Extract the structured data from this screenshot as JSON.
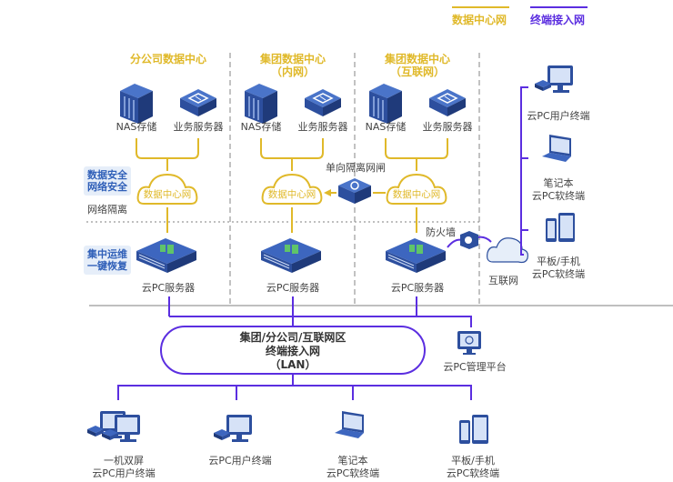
{
  "legend": [
    {
      "label": "数据中心网",
      "color": "#e0b92a"
    },
    {
      "label": "终端接入网",
      "color": "#5b2ee0"
    }
  ],
  "colors": {
    "datacenter_net": "#e0b92a",
    "access_net": "#5b2ee0",
    "device_blue": "#2d4f9e",
    "tag_bg": "#e6eef9",
    "divider": "#999999"
  },
  "side_tags": {
    "security": "数据安全\n网络安全",
    "isolation": "网络隔离",
    "ops": "集中运维\n一键恢复"
  },
  "datacenters": [
    {
      "title": "分公司数据中心",
      "subtitle": "",
      "nas": "NAS存储",
      "biz": "业务服务器",
      "cloud": "数据中心网",
      "server": "云PC服务器"
    },
    {
      "title": "集团数据中心",
      "subtitle": "（内网）",
      "nas": "NAS存储",
      "biz": "业务服务器",
      "cloud": "数据中心网",
      "server": "云PC服务器"
    },
    {
      "title": "集团数据中心",
      "subtitle": "（互联网）",
      "nas": "NAS存储",
      "biz": "业务服务器",
      "cloud": "数据中心网",
      "server": "云PC服务器"
    }
  ],
  "gateway": {
    "label": "单向隔离网闸",
    "icon": "gateway-icon"
  },
  "firewall": {
    "label": "防火墙",
    "icon": "firewall-icon"
  },
  "internet": {
    "label": "互联网",
    "icon": "cloud-icon"
  },
  "remote_terminals": [
    {
      "line1": "云PC用户终端",
      "line2": "",
      "icon": "desktop-terminal-icon"
    },
    {
      "line1": "笔记本",
      "line2": "云PC软终端",
      "icon": "laptop-icon"
    },
    {
      "line1": "平板/手机",
      "line2": "云PC软终端",
      "icon": "tablet-phone-icon"
    }
  ],
  "lan": {
    "line1": "集团/分公司/互联网区",
    "line2": "终端接入网",
    "line3": "（LAN）"
  },
  "management": {
    "label": "云PC管理平台",
    "icon": "management-monitor-icon"
  },
  "lan_terminals": [
    {
      "line1": "一机双屏",
      "line2": "云PC用户终端",
      "icon": "dual-screen-terminal-icon"
    },
    {
      "line1": "云PC用户终端",
      "line2": "",
      "icon": "desktop-terminal-icon"
    },
    {
      "line1": "笔记本",
      "line2": "云PC软终端",
      "icon": "laptop-icon"
    },
    {
      "line1": "平板/手机",
      "line2": "云PC软终端",
      "icon": "tablet-phone-icon"
    }
  ]
}
